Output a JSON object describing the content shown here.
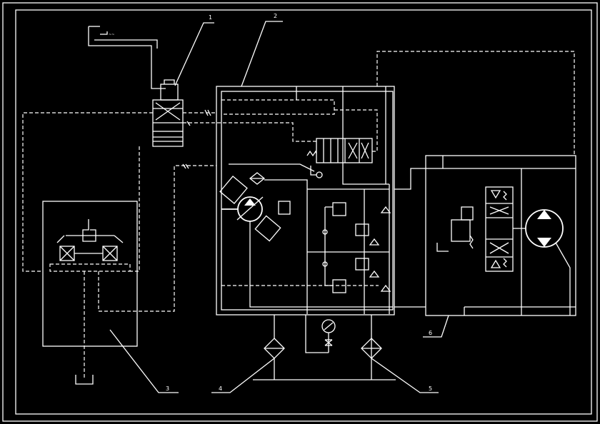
{
  "callouts": [
    {
      "id": "1",
      "text": "1"
    },
    {
      "id": "2",
      "text": "2"
    },
    {
      "id": "3",
      "text": "3"
    },
    {
      "id": "4",
      "text": "4"
    },
    {
      "id": "5",
      "text": "5"
    },
    {
      "id": "6",
      "text": "6"
    }
  ],
  "colors": {
    "background": "#000000",
    "line": "#ffffff"
  },
  "icons": [
    "pump-icon",
    "motor-icon",
    "filter-icon",
    "pressure-gauge-icon",
    "valve-icon",
    "spring-icon",
    "relief-valve-icon"
  ]
}
